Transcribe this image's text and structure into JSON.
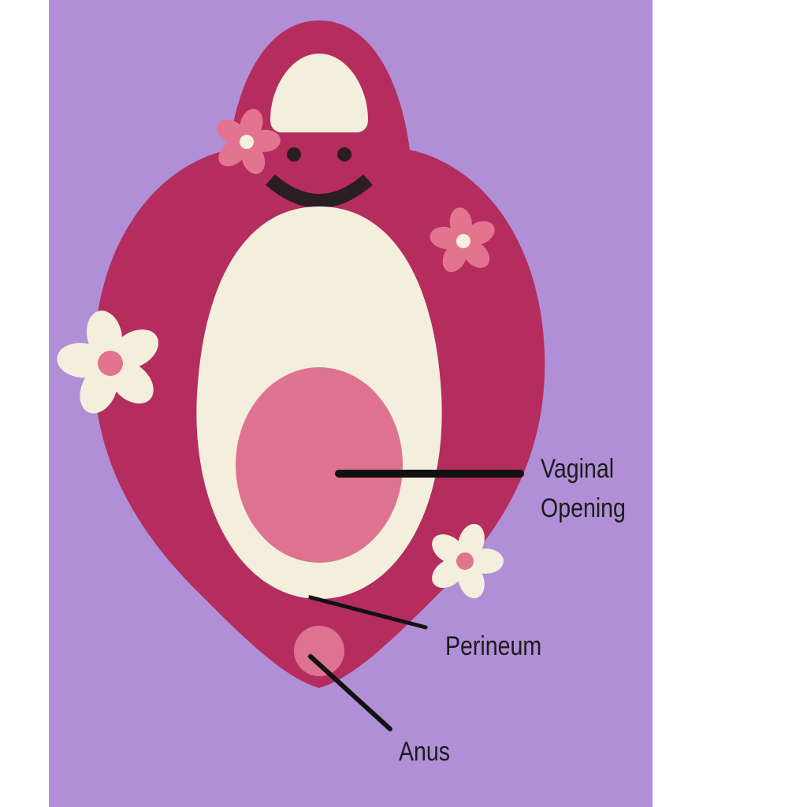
{
  "labels": {
    "vaginal_opening_line1": "Vaginal",
    "vaginal_opening_line2": "Opening",
    "perineum": "Perineum",
    "anus": "Anus"
  },
  "colors": {
    "background": "#b08fd6",
    "page": "#ffffff",
    "outer_shape": "#b52d5f",
    "inner_cream": "#f4efdc",
    "opening_pink": "#dd7391",
    "flower_pink": "#e3748f",
    "face_ink": "#2a1e22",
    "arrow": "#111111"
  },
  "icons": [
    "smiley-face-icon",
    "flower-icon",
    "arrow-icon"
  ]
}
